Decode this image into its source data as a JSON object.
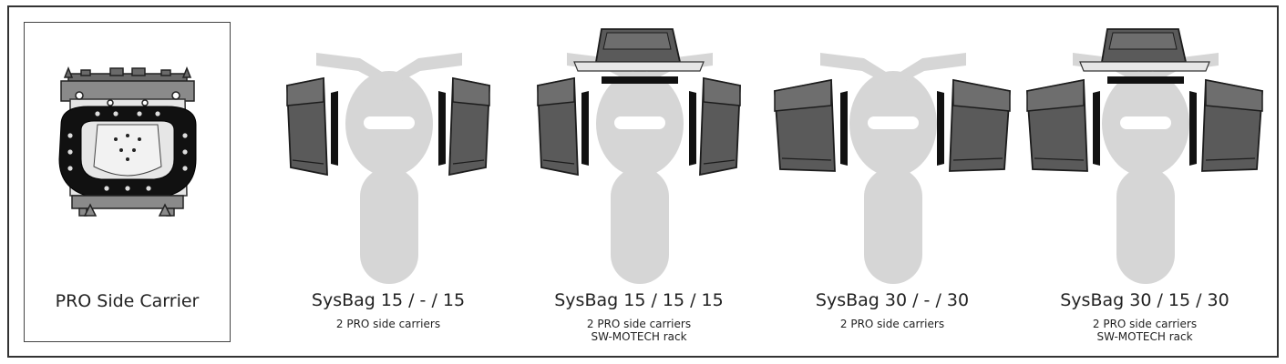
{
  "carrier": {
    "label": "PRO Side Carrier"
  },
  "configurations": [
    {
      "title": "SysBag 15 / - / 15",
      "lines": [
        "2 PRO side carriers"
      ],
      "side_bag": "15",
      "top_bag": false
    },
    {
      "title": "SysBag 15 / 15 / 15",
      "lines": [
        "2 PRO side carriers",
        "SW-MOTECH rack"
      ],
      "side_bag": "15",
      "top_bag": true
    },
    {
      "title": "SysBag 30 / - / 30",
      "lines": [
        "2 PRO side carriers"
      ],
      "side_bag": "30",
      "top_bag": false
    },
    {
      "title": "SysBag 30 / 15 / 30",
      "lines": [
        "2 PRO side carriers",
        "SW-MOTECH rack"
      ],
      "side_bag": "30",
      "top_bag": true
    }
  ],
  "colors": {
    "frame": "#333333",
    "motorcycle": "#d6d6d6",
    "bag": "#555555",
    "bag_outline": "#1c1c1c",
    "carrier_plate": "#111111"
  }
}
